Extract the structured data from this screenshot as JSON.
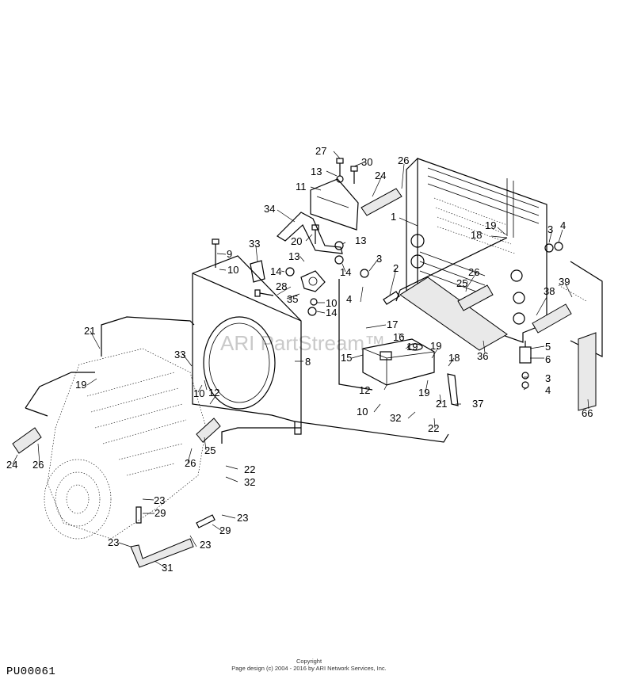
{
  "watermark": "ARI PartStream™",
  "drawing_code": "PU00061",
  "copyright": {
    "line1": "Copyright",
    "line2": "Page design (c) 2004 - 2016 by ARI Network Services, Inc."
  },
  "callouts": [
    {
      "id": "c27",
      "label": "27"
    },
    {
      "id": "c30",
      "label": "30"
    },
    {
      "id": "c13a",
      "label": "13"
    },
    {
      "id": "c24a",
      "label": "24"
    },
    {
      "id": "c26a",
      "label": "26"
    },
    {
      "id": "c11",
      "label": "11"
    },
    {
      "id": "c34",
      "label": "34"
    },
    {
      "id": "c20",
      "label": "20"
    },
    {
      "id": "c13b",
      "label": "13"
    },
    {
      "id": "c1",
      "label": "1"
    },
    {
      "id": "c19a",
      "label": "19"
    },
    {
      "id": "c18a",
      "label": "18"
    },
    {
      "id": "c3a",
      "label": "3"
    },
    {
      "id": "c4a",
      "label": "4"
    },
    {
      "id": "c9",
      "label": "9"
    },
    {
      "id": "c33a",
      "label": "33"
    },
    {
      "id": "c13c",
      "label": "13"
    },
    {
      "id": "c10a",
      "label": "10"
    },
    {
      "id": "c14a",
      "label": "14"
    },
    {
      "id": "c14b",
      "label": "14"
    },
    {
      "id": "c3b",
      "label": "3"
    },
    {
      "id": "c2",
      "label": "2"
    },
    {
      "id": "c4b",
      "label": "4"
    },
    {
      "id": "c26b",
      "label": "26"
    },
    {
      "id": "c25a",
      "label": "25"
    },
    {
      "id": "c38",
      "label": "38"
    },
    {
      "id": "c39",
      "label": "39"
    },
    {
      "id": "c28",
      "label": "28"
    },
    {
      "id": "c35",
      "label": "35"
    },
    {
      "id": "c10b",
      "label": "10"
    },
    {
      "id": "c14c",
      "label": "14"
    },
    {
      "id": "c21a",
      "label": "21"
    },
    {
      "id": "c17",
      "label": "17"
    },
    {
      "id": "c16",
      "label": "16"
    },
    {
      "id": "c5",
      "label": "5"
    },
    {
      "id": "c6",
      "label": "6"
    },
    {
      "id": "c36",
      "label": "36"
    },
    {
      "id": "c8",
      "label": "8"
    },
    {
      "id": "c19b",
      "label": "19"
    },
    {
      "id": "c15",
      "label": "15"
    },
    {
      "id": "c19c",
      "label": "19"
    },
    {
      "id": "c18b",
      "label": "18"
    },
    {
      "id": "c33b",
      "label": "33"
    },
    {
      "id": "c3c",
      "label": "3"
    },
    {
      "id": "c4c",
      "label": "4"
    },
    {
      "id": "c19d",
      "label": "19"
    },
    {
      "id": "c12a",
      "label": "12"
    },
    {
      "id": "c10c",
      "label": "10"
    },
    {
      "id": "c12b",
      "label": "12"
    },
    {
      "id": "c19e",
      "label": "19"
    },
    {
      "id": "c21b",
      "label": "21"
    },
    {
      "id": "c37",
      "label": "37"
    },
    {
      "id": "c66",
      "label": "66"
    },
    {
      "id": "c10d",
      "label": "10"
    },
    {
      "id": "c32a",
      "label": "32"
    },
    {
      "id": "c22a",
      "label": "22"
    },
    {
      "id": "c24b",
      "label": "24"
    },
    {
      "id": "c26c",
      "label": "26"
    },
    {
      "id": "c25b",
      "label": "25"
    },
    {
      "id": "c26d",
      "label": "26"
    },
    {
      "id": "c22b",
      "label": "22"
    },
    {
      "id": "c32b",
      "label": "32"
    },
    {
      "id": "c23a",
      "label": "23"
    },
    {
      "id": "c29a",
      "label": "29"
    },
    {
      "id": "c23b",
      "label": "23"
    },
    {
      "id": "c29b",
      "label": "29"
    },
    {
      "id": "c23c",
      "label": "23"
    },
    {
      "id": "c23d",
      "label": "23"
    },
    {
      "id": "c31",
      "label": "31"
    }
  ]
}
